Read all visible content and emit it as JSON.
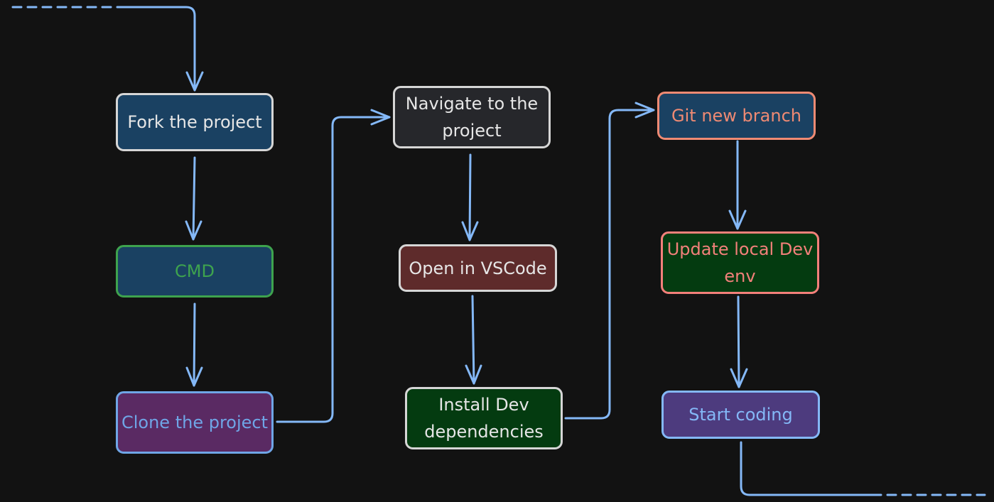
{
  "nodes": {
    "fork": {
      "label": "Fork the project",
      "fill": "#1a4162",
      "stroke": "#d6d6d6",
      "text": "#e6e6e6"
    },
    "cmd": {
      "label": "CMD",
      "fill": "#1a4162",
      "stroke": "#3ea34e",
      "text": "#3ea34e"
    },
    "clone": {
      "label": "Clone the project",
      "fill": "#5a2a63",
      "stroke": "#6fa5e6",
      "text": "#6fa5e6"
    },
    "nav": {
      "label": "Navigate to the project",
      "fill": "#26272b",
      "stroke": "#d6d6d6",
      "text": "#e6e6e6"
    },
    "vscode": {
      "label": "Open in VSCode",
      "fill": "#5e2b2b",
      "stroke": "#d6d6d6",
      "text": "#e6e6e6"
    },
    "install": {
      "label": "Install Dev dependencies",
      "fill": "#043b10",
      "stroke": "#d6d6d6",
      "text": "#e6e6e6"
    },
    "branch": {
      "label": "Git new branch",
      "fill": "#1a4162",
      "stroke": "#ef8a73",
      "text": "#ef8a73"
    },
    "update": {
      "label": "Update local Dev env",
      "fill": "#043b10",
      "stroke": "#f2807a",
      "text": "#f2807a"
    },
    "start": {
      "label": "Start coding",
      "fill": "#4d3b7e",
      "stroke": "#84b8f7",
      "text": "#84b8f7"
    }
  },
  "edge_color": "#84b8f7"
}
